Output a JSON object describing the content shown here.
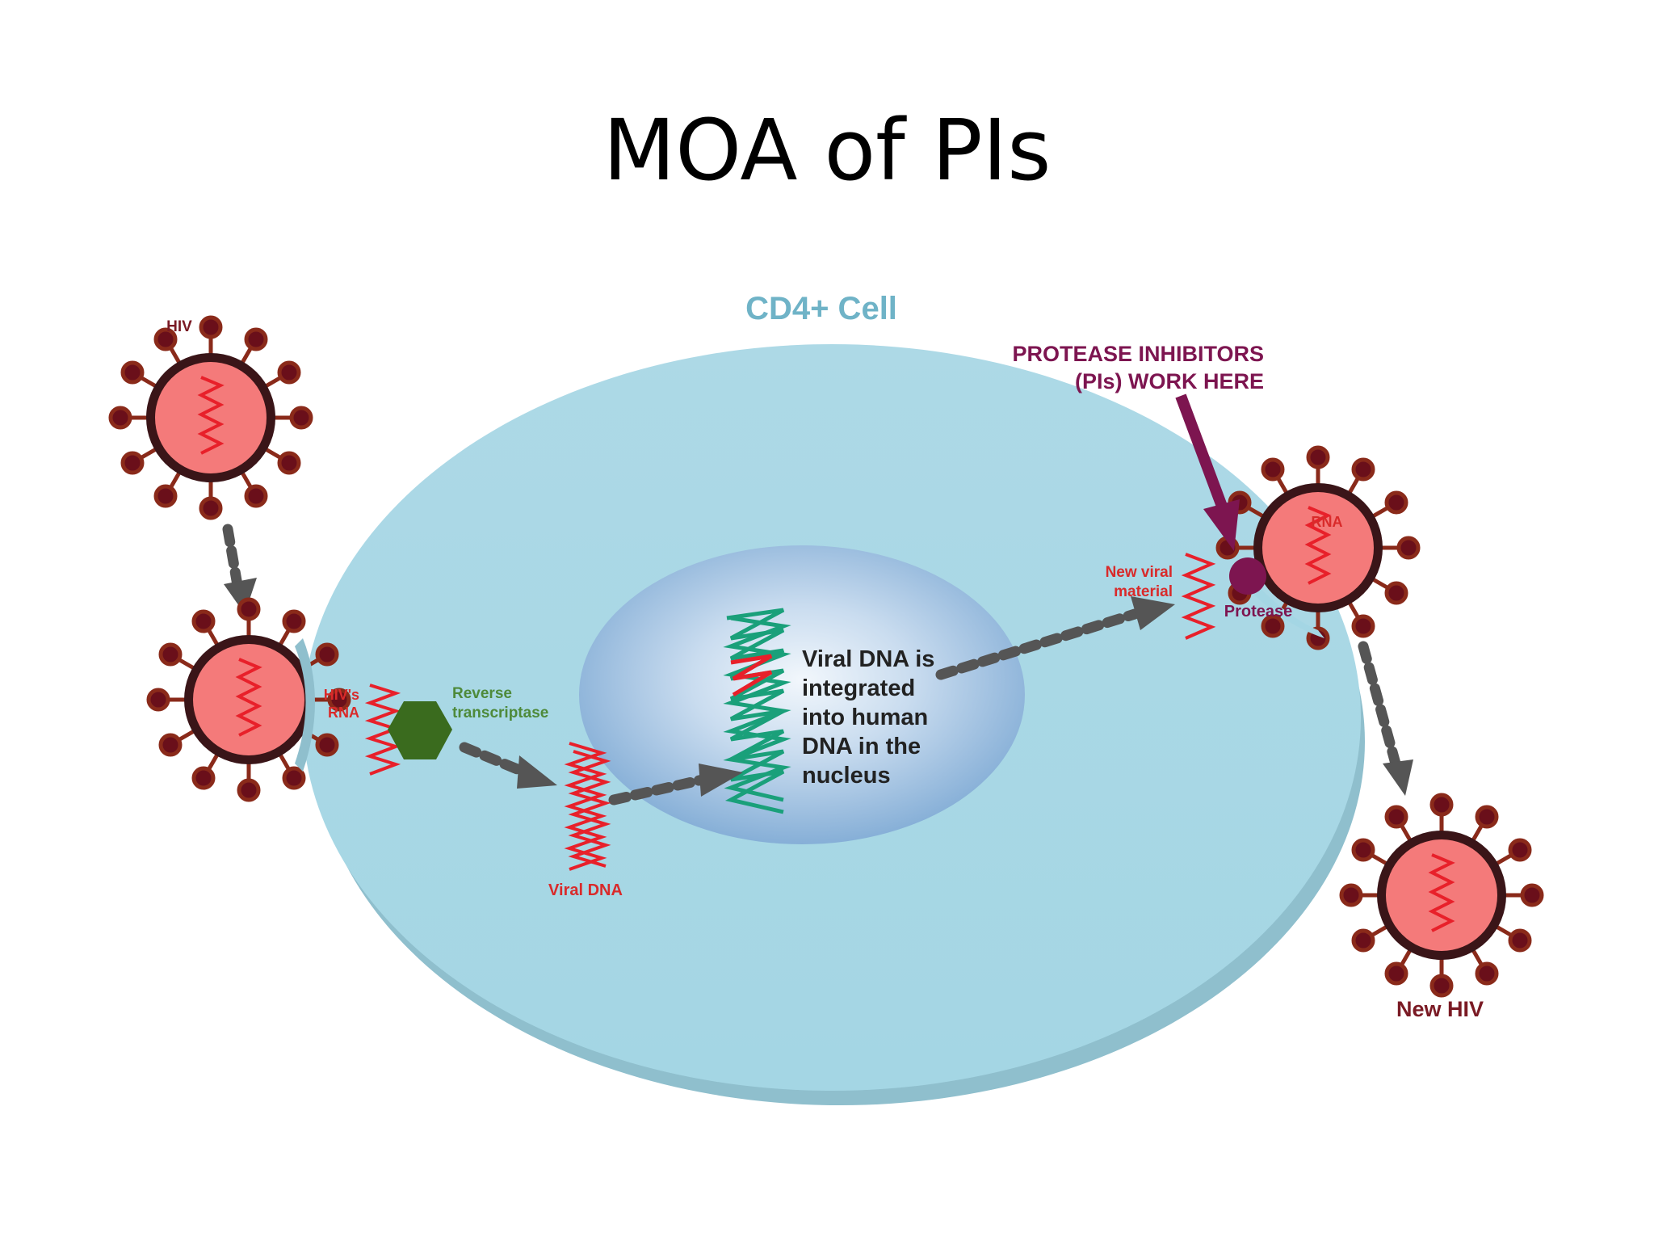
{
  "slide": {
    "title": "MOA of PIs"
  },
  "diagram": {
    "cell_label": "CD4+ Cell",
    "pi_callout": {
      "line1": "PROTEASE INHIBITORS",
      "line2": "(PIs) WORK HERE"
    },
    "hiv_label": "HIV",
    "hiv_rna_label": {
      "line1": "HIV's",
      "line2": "RNA"
    },
    "reverse_transcriptase_label": {
      "line1": "Reverse",
      "line2": "transcriptase"
    },
    "viral_dna_label": "Viral DNA",
    "nucleus_text": [
      "Viral DNA is",
      "integrated",
      "into human",
      "DNA in the",
      "nucleus"
    ],
    "new_viral_material_label": {
      "line1": "New viral",
      "line2": "material"
    },
    "protease_label": "Protease",
    "rna_label": "RNA",
    "new_hiv_label": "New HIV",
    "colors": {
      "cell": "#a8dae8",
      "cell_edge": "#7fb8c8",
      "cell_label": "#6fb3c7",
      "nucleus": "#8fb8dc",
      "virus_body": "#f47a7a",
      "virus_shell": "#3a1518",
      "virus_spike": "#7a1a1a",
      "rna": "#e8202a",
      "human_dna": "#1aa07a",
      "reverse_transcriptase": "#3a6b1e",
      "protease": "#7d1550",
      "pi_arrow": "#7d1550",
      "flow_arrow": "#555555",
      "label_red": "#d92a2a",
      "label_green": "#4e8a3a",
      "label_dark_red": "#7a1a24"
    }
  }
}
